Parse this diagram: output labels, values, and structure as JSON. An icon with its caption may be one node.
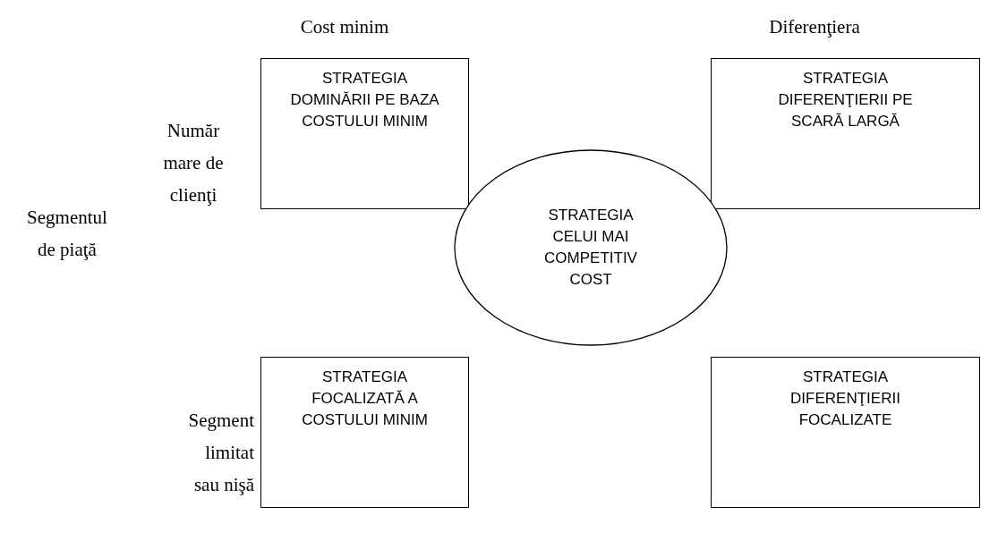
{
  "diagram": {
    "nodes": [
      {
        "text": [
          "STRATEGIA DOMINĂRII PE BAZA COSTULUI MINIM"
        ]
      },
      {
        "text": [
          "STRATEGIA DIFERENŢIERII PE SCARĂ LARGĂ"
        ]
      },
      {
        "text": [
          "STRATEGIA CELUI MAI COMPETITIV COST"
        ]
      },
      {
        "text": [
          "STRATEGIA FOCALIZATĂ A COSTULUI MINIM"
        ]
      },
      {
        "text": [
          "STRATEGIA DIFERENŢIERII FOCALIZATE"
        ]
      }
    ],
    "labels": [
      "Cost minim",
      "Diferenţiera",
      "Număr mare de clienţi",
      "Segmentul de piaţă",
      "Segment limitat sau nişă"
    ]
  }
}
